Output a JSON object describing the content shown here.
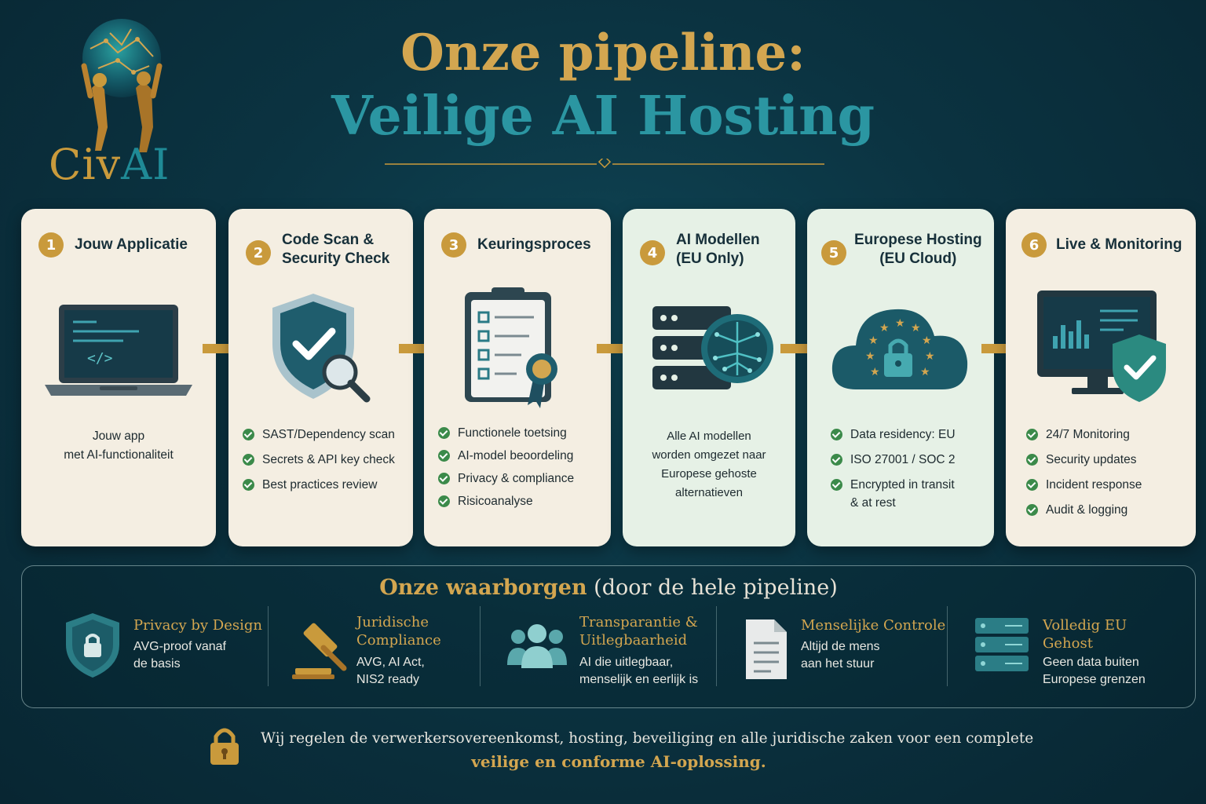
{
  "brand": {
    "name_part1": "Civ",
    "name_part2": "AI"
  },
  "title": {
    "line1": "Onze pipeline:",
    "line2": "Veilige AI Hosting"
  },
  "steps": [
    {
      "number": "1",
      "title": "Jouw Applicatie",
      "icon": "laptop-code-icon",
      "text": [
        "Jouw app",
        "met AI-functionaliteit"
      ]
    },
    {
      "number": "2",
      "title": "Code Scan &\nSecurity Check",
      "icon": "shield-magnifier-icon",
      "checks": [
        "SAST/Dependency scan",
        "Secrets & API key check",
        "Best practices review"
      ]
    },
    {
      "number": "3",
      "title": "Keuringsproces",
      "icon": "clipboard-checklist-icon",
      "checks": [
        "Functionele toetsing",
        "AI-model beoordeling",
        "Privacy & compliance",
        "Risicoanalyse"
      ]
    },
    {
      "number": "4",
      "title": "AI Modellen\n(EU Only)",
      "icon": "server-brain-icon",
      "text": [
        "Alle AI modellen",
        "worden omgezet naar",
        "Europese gehoste",
        "alternatieven"
      ]
    },
    {
      "number": "5",
      "title": "Europese Hosting\n(EU Cloud)",
      "icon": "eu-cloud-lock-icon",
      "checks": [
        "Data residency: EU",
        "ISO 27001 / SOC 2",
        "Encrypted in transit\n& at rest"
      ]
    },
    {
      "number": "6",
      "title": "Live & Monitoring",
      "icon": "monitor-shield-icon",
      "checks": [
        "24/7 Monitoring",
        "Security updates",
        "Incident response",
        "Audit & logging"
      ]
    }
  ],
  "guarantees": {
    "title_highlight": "Onze waarborgen",
    "title_rest": " (door de hele pipeline)",
    "items": [
      {
        "icon": "shield-lock-icon",
        "title": "Privacy by Design",
        "desc": "AVG-proof vanaf\nde basis"
      },
      {
        "icon": "gavel-icon",
        "title": "Juridische\nCompliance",
        "desc": "AVG, AI Act,\nNIS2 ready"
      },
      {
        "icon": "people-icon",
        "title": "Transparantie &\nUitlegbaarheid",
        "desc": "AI die uitlegbaar,\nmenselijk en eerlijk is"
      },
      {
        "icon": "document-icon",
        "title": "Menselijke Controle",
        "desc": "Altijd de mens\naan het stuur"
      },
      {
        "icon": "server-stack-icon",
        "title": "Volledig EU\nGehost",
        "desc": "Geen data buiten\nEuropese grenzen"
      }
    ]
  },
  "footer": {
    "line1": "Wij regelen de verwerkersovereenkomst, hosting, beveiliging en alle juridische zaken voor een complete",
    "line2": "veilige en conforme AI-oplossing."
  },
  "colors": {
    "gold": "#c99a3c",
    "teal": "#2b96a2",
    "check": "#3b8a4a",
    "background": "#0b3341"
  }
}
